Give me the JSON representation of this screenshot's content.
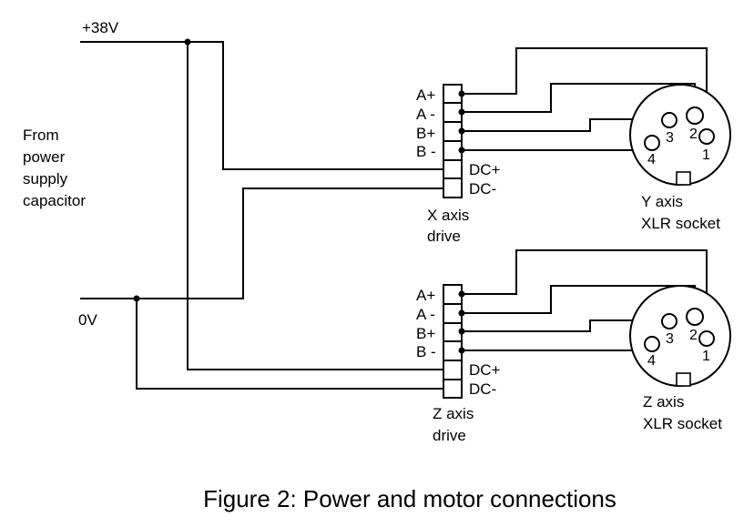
{
  "rails": {
    "positive": "+38V",
    "zero": "0V",
    "source_lines": [
      "From",
      "power",
      "supply",
      "capacitor"
    ]
  },
  "drives": [
    {
      "pins": [
        "A+",
        "A -",
        "B+",
        "B -",
        "DC+",
        "DC-"
      ],
      "label_lines": [
        "X axis",
        "drive"
      ]
    },
    {
      "pins": [
        "A+",
        "A -",
        "B+",
        "B -",
        "DC+",
        "DC-"
      ],
      "label_lines": [
        "Z axis",
        "drive"
      ]
    }
  ],
  "sockets": [
    {
      "pin_numbers": [
        "2",
        "3",
        "1",
        "4"
      ],
      "label_lines": [
        "Y axis",
        "XLR socket"
      ]
    },
    {
      "pin_numbers": [
        "2",
        "3",
        "1",
        "4"
      ],
      "label_lines": [
        "Z axis",
        "XLR socket"
      ]
    }
  ],
  "caption": "Figure 2: Power and motor connections"
}
